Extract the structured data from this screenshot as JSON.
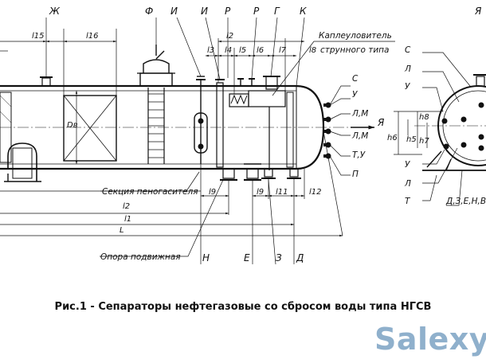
{
  "top_labels": [
    "Ж",
    "Ф",
    "И",
    "И",
    "Р",
    "Р",
    "Г",
    "К",
    "Я"
  ],
  "top_dims": [
    "l15",
    "l16",
    "l2",
    "l3",
    "l4",
    "l5",
    "l6",
    "l7",
    "l8"
  ],
  "right_callouts": [
    "С",
    "У",
    "Л,М",
    "Л,М",
    "Т,У",
    "П"
  ],
  "side_callouts": [
    "С",
    "Л",
    "У",
    "У",
    "Л",
    "Т"
  ],
  "callout_kapleulovitel": "Каплеуловитель",
  "callout_strunnogo": "струнного типа",
  "section_label": "Секция пеногасителя",
  "support_label": "Опора подвижная",
  "bottom_labels": [
    "Н",
    "Е",
    "З",
    "Д"
  ],
  "bottom_dims": [
    "l9",
    "l9",
    "l11",
    "l12",
    "l2",
    "l1",
    "L"
  ],
  "d_label": "Dв",
  "arrow_label": "Я",
  "side_dims": [
    "h8",
    "h6",
    "h5",
    "h7"
  ],
  "side_bottom_label": "Д,З,Е,Н,В",
  "caption": "Рис.1 - Сепараторы нефтегазовые со сбросом воды типа НГСВ",
  "watermark": "Salexy"
}
